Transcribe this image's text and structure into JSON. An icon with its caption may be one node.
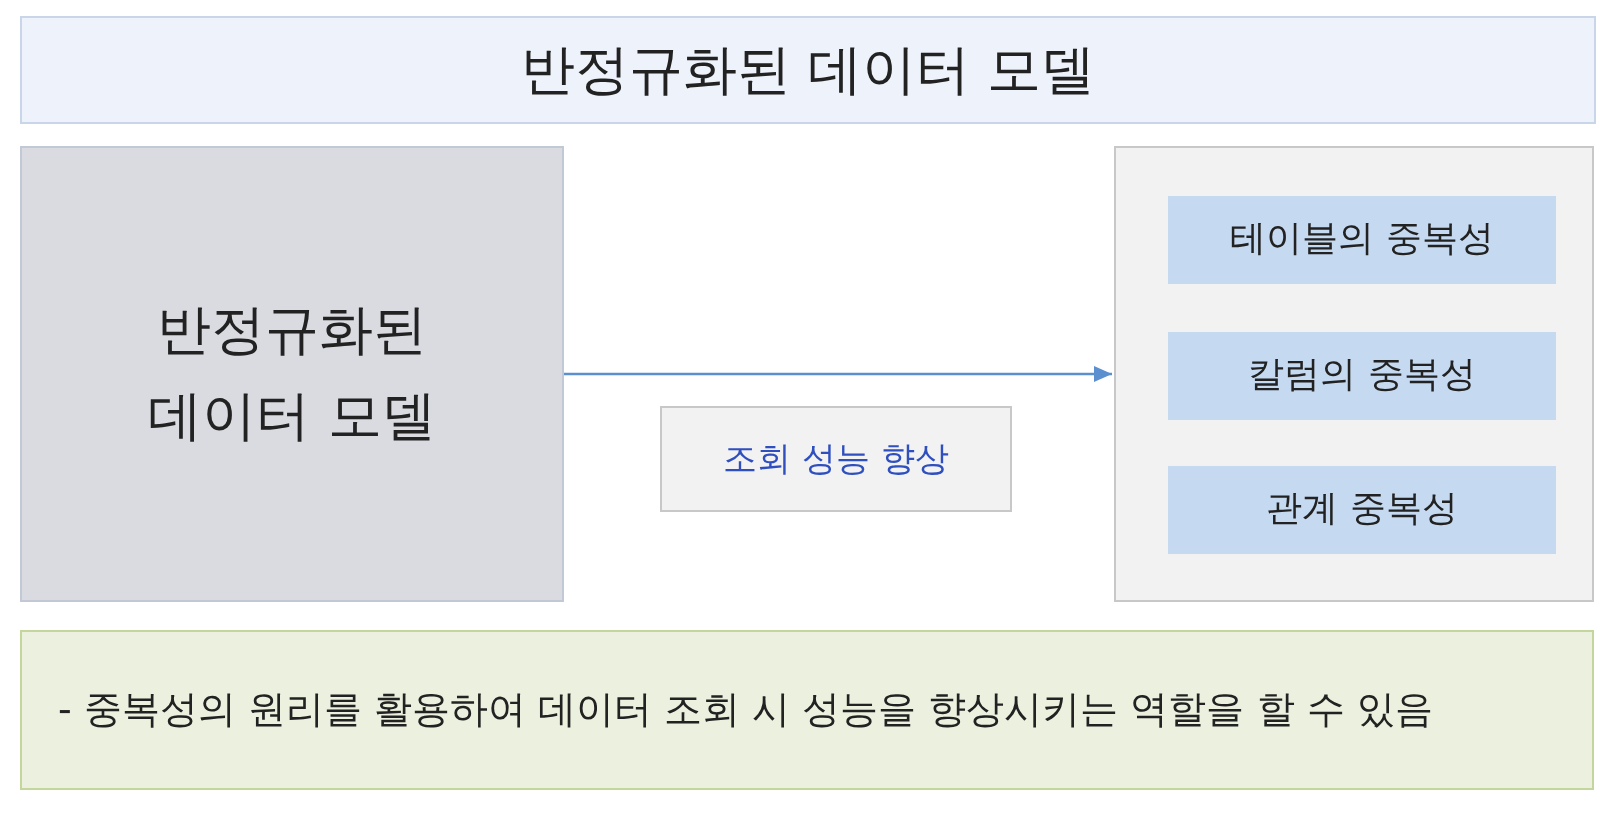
{
  "diagram": {
    "title": "반정규화된 데이터 모델",
    "nodes": [
      {
        "text": [
          "반정규화된 데이터 모델"
        ]
      },
      {
        "text": [],
        "shape": "box"
      },
      {
        "text": [
          "테이블의 중복성"
        ],
        "in": 1
      },
      {
        "text": [
          "칼럼의 중복성"
        ],
        "in": 1
      },
      {
        "text": [
          "관계 중복성"
        ],
        "in": 1
      },
      {
        "text": [
          "- 중복성의 원리를 활용하여 데이터 조회 시 성능을 향상시키는 역할을 할 수 있음"
        ]
      }
    ],
    "edges": [
      {
        "from": 0,
        "to": 1,
        "arrow": "to",
        "label": "조회 성능 향상"
      }
    ]
  }
}
